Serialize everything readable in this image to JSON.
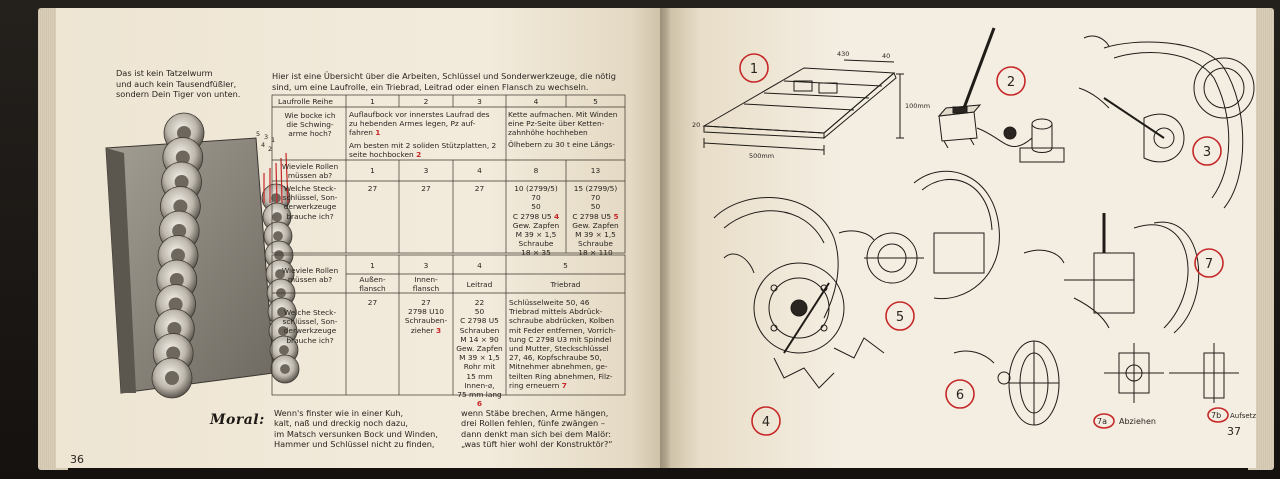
{
  "left_page": {
    "caption": [
      "Das ist kein Tatzelwurm",
      "und auch kein Tausendfüßler,",
      "sondern Dein Tiger von unten."
    ],
    "photo_marks": [
      "5",
      "3",
      "1",
      "4",
      "2"
    ],
    "intro": [
      "Hier ist eine Übersicht über die Arbeiten, Schlüssel und Sonderwerkzeuge, die nötig",
      "sind, um eine Laufrolle, ein Triebrad, Leitrad oder einen Flansch zu wechseln."
    ],
    "table1": {
      "header_label": "Laufrolle Reihe",
      "header_cols": [
        "1",
        "2",
        "3",
        "4",
        "5"
      ],
      "q_bocken": [
        "Wie bocke ich",
        "die Schwing-",
        "arme hoch?"
      ],
      "bocken_a": [
        "Auflaufbock vor innerstes Laufrad des",
        "zu hebenden Armes legen, Pz auf-",
        "fahren"
      ],
      "bocken_a_ref": "1",
      "bocken_b": [
        "Am besten mit 2 soliden Stützplatten, 2",
        "seite hochbocken"
      ],
      "bocken_b_ref": "2",
      "bocken_c": [
        "Kette aufmachen. Mit Winden",
        "eine Pz-Seite über Ketten-",
        "zahnhöhe hochheben",
        "Ölhebern zu 30 t eine Längs-"
      ],
      "q_rollen": [
        "Wieviele Rollen",
        "müssen ab?"
      ],
      "rollen": [
        "1",
        "3",
        "4",
        "8",
        "13"
      ],
      "q_werkzeug": [
        "Welche Steck-",
        "schlüssel, Son-",
        "derwerkzeuge",
        "brauche ich?"
      ],
      "werkzeug_simple": [
        "27",
        "27",
        "27"
      ],
      "werkzeug_col4": [
        "10 (2799/5)",
        "70",
        "50"
      ],
      "werkzeug_col4_ref_line": "C 2798 U5",
      "werkzeug_col4_ref": "4",
      "werkzeug_col4_rest": [
        "Gew. Zapfen",
        "M 39 × 1,5",
        "Schraube",
        "18 × 35"
      ],
      "werkzeug_col5": [
        "15 (2799/5)",
        "70",
        "50"
      ],
      "werkzeug_col5_ref_line": "C 2798 U5",
      "werkzeug_col5_ref": "5",
      "werkzeug_col5_rest": [
        "Gew. Zapfen",
        "M 39 × 1,5",
        "Schraube",
        "18 × 110"
      ]
    },
    "table2": {
      "q_rollen": [
        "Wieviele Rollen",
        "müssen ab?"
      ],
      "nums": [
        "1",
        "3",
        "4",
        "5"
      ],
      "names_aussen": [
        "Außen-",
        "flansch"
      ],
      "names_innen": [
        "Innen-",
        "flansch"
      ],
      "names_leitrad": "Leitrad",
      "names_triebrad": "Triebrad",
      "q_werkzeug": [
        "Welche Steck-",
        "schlüssel, Son-",
        "derwerkzeuge",
        "brauche ich?"
      ],
      "aussen_tools": "27",
      "innen_tools": [
        "27",
        "2798 U10",
        "Schrauben-"
      ],
      "innen_tools_last": "zieher",
      "innen_ref": "3",
      "leitrad_tools": [
        "22",
        "50",
        "C 2798 U5",
        "Schrauben",
        "M 14 × 90",
        "Gew. Zapfen",
        "M 39 × 1,5",
        "Rohr mit",
        "15 mm",
        "Innen-⌀,",
        "75 mm lang"
      ],
      "leitrad_ref": "6",
      "triebrad_tools": [
        "Schlüsselweite 50, 46",
        "Triebrad mittels Abdrück-",
        "schraube abdrücken, Kolben",
        "mit Feder entfernen, Vorrich-",
        "tung C 2798 U3 mit Spindel",
        "und Mutter, Steckschlüssel",
        "27, 46, Kopfschraube 50,",
        "Mitnehmer abnehmen, ge-",
        "teilten Ring abnehmen, Filz-"
      ],
      "triebrad_last": "ring erneuern",
      "triebrad_ref": "7"
    },
    "moral_label": "Moral:",
    "moral_left": [
      "Wenn's finster wie in einer Kuh,",
      "kalt, naß und dreckig noch dazu,",
      "im Matsch versunken Bock und Winden,",
      "Hammer und Schlüssel nicht zu finden,"
    ],
    "moral_right": [
      "wenn Stäbe brechen, Arme hängen,",
      "drei Rollen fehlen, fünfe zwängen –",
      "dann denkt man sich bei dem Malör:",
      "„was tüft hier wohl der Konstruktör?“"
    ],
    "page_number": "36"
  },
  "right_page": {
    "figure_numbers": [
      "1",
      "2",
      "3",
      "4",
      "5",
      "6",
      "7"
    ],
    "fig1_dims": {
      "top_a": "430",
      "top_b": "40",
      "height": "100mm",
      "length": "500mm",
      "side": "20"
    },
    "fig7a_num": "7a",
    "fig7a_label": "Abziehen",
    "fig7b_num": "7b",
    "fig7b_label": "Aufsetzen",
    "page_number": "37"
  }
}
